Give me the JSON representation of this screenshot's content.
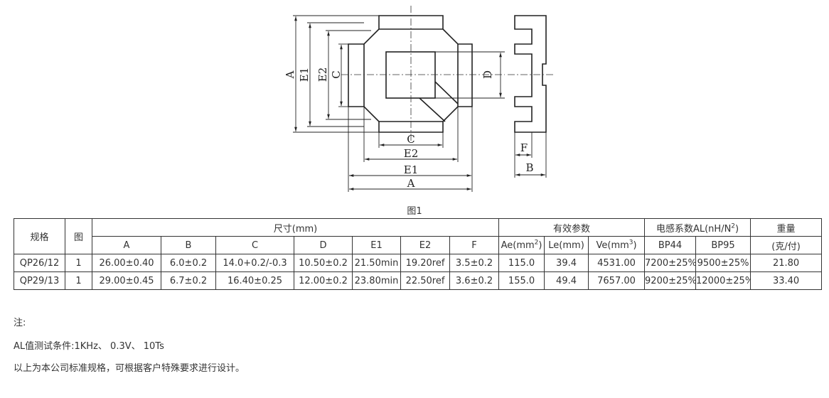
{
  "figure": {
    "labels": {
      "A": "A",
      "B": "B",
      "C": "C",
      "D": "D",
      "E1": "E1",
      "E2": "E2",
      "F": "F"
    },
    "caption": "图1"
  },
  "table": {
    "h_spec": "规格",
    "h_fig": "图",
    "h_size": "尺寸(mm)",
    "h_eff": "有效参数",
    "h_al_pre": "电感系数AL(nH/N",
    "h_al_sup": "2",
    "h_al_post": ")",
    "h_weight": "重量",
    "sub": {
      "A": "A",
      "B": "B",
      "C": "C",
      "D": "D",
      "E1": "E1",
      "E2": "E2",
      "F": "F",
      "ae_pre": "Ae(mm",
      "ae_sup": "2",
      "ae_post": ")",
      "le": "Le(mm)",
      "ve_pre": "Ve(mm",
      "ve_sup": "3",
      "ve_post": ")",
      "bp44": "BP44",
      "bp95": "BP95",
      "unit": "(克/付)"
    },
    "rows": [
      {
        "spec": "QP26/12",
        "fig": "1",
        "A": "26.00±0.40",
        "B": "6.0±0.2",
        "C": "14.0+0.2/-0.3",
        "D": "10.50±0.2",
        "E1": "21.50min",
        "E2": "19.20ref",
        "F": "3.5±0.2",
        "Ae": "115.0",
        "Le": "39.4",
        "Ve": "4531.00",
        "BP44": "7200±25%",
        "BP95": "9500±25%",
        "W": "21.80"
      },
      {
        "spec": "QP29/13",
        "fig": "1",
        "A": "29.00±0.45",
        "B": "6.7±0.2",
        "C": "16.40±0.25",
        "D": "12.00±0.2",
        "E1": "23.80min",
        "E2": "22.50ref",
        "F": "3.6±0.2",
        "Ae": "155.0",
        "Le": "49.4",
        "Ve": "7657.00",
        "BP44": "9200±25%",
        "BP95": "12000±25%",
        "W": "33.40"
      }
    ]
  },
  "notes": {
    "title": "注:",
    "line1": "AL值测试条件:1KHz、 0.3V、 10Ts",
    "line2": "以上为本公司标准规格，可根据客户特殊要求进行设计。"
  }
}
